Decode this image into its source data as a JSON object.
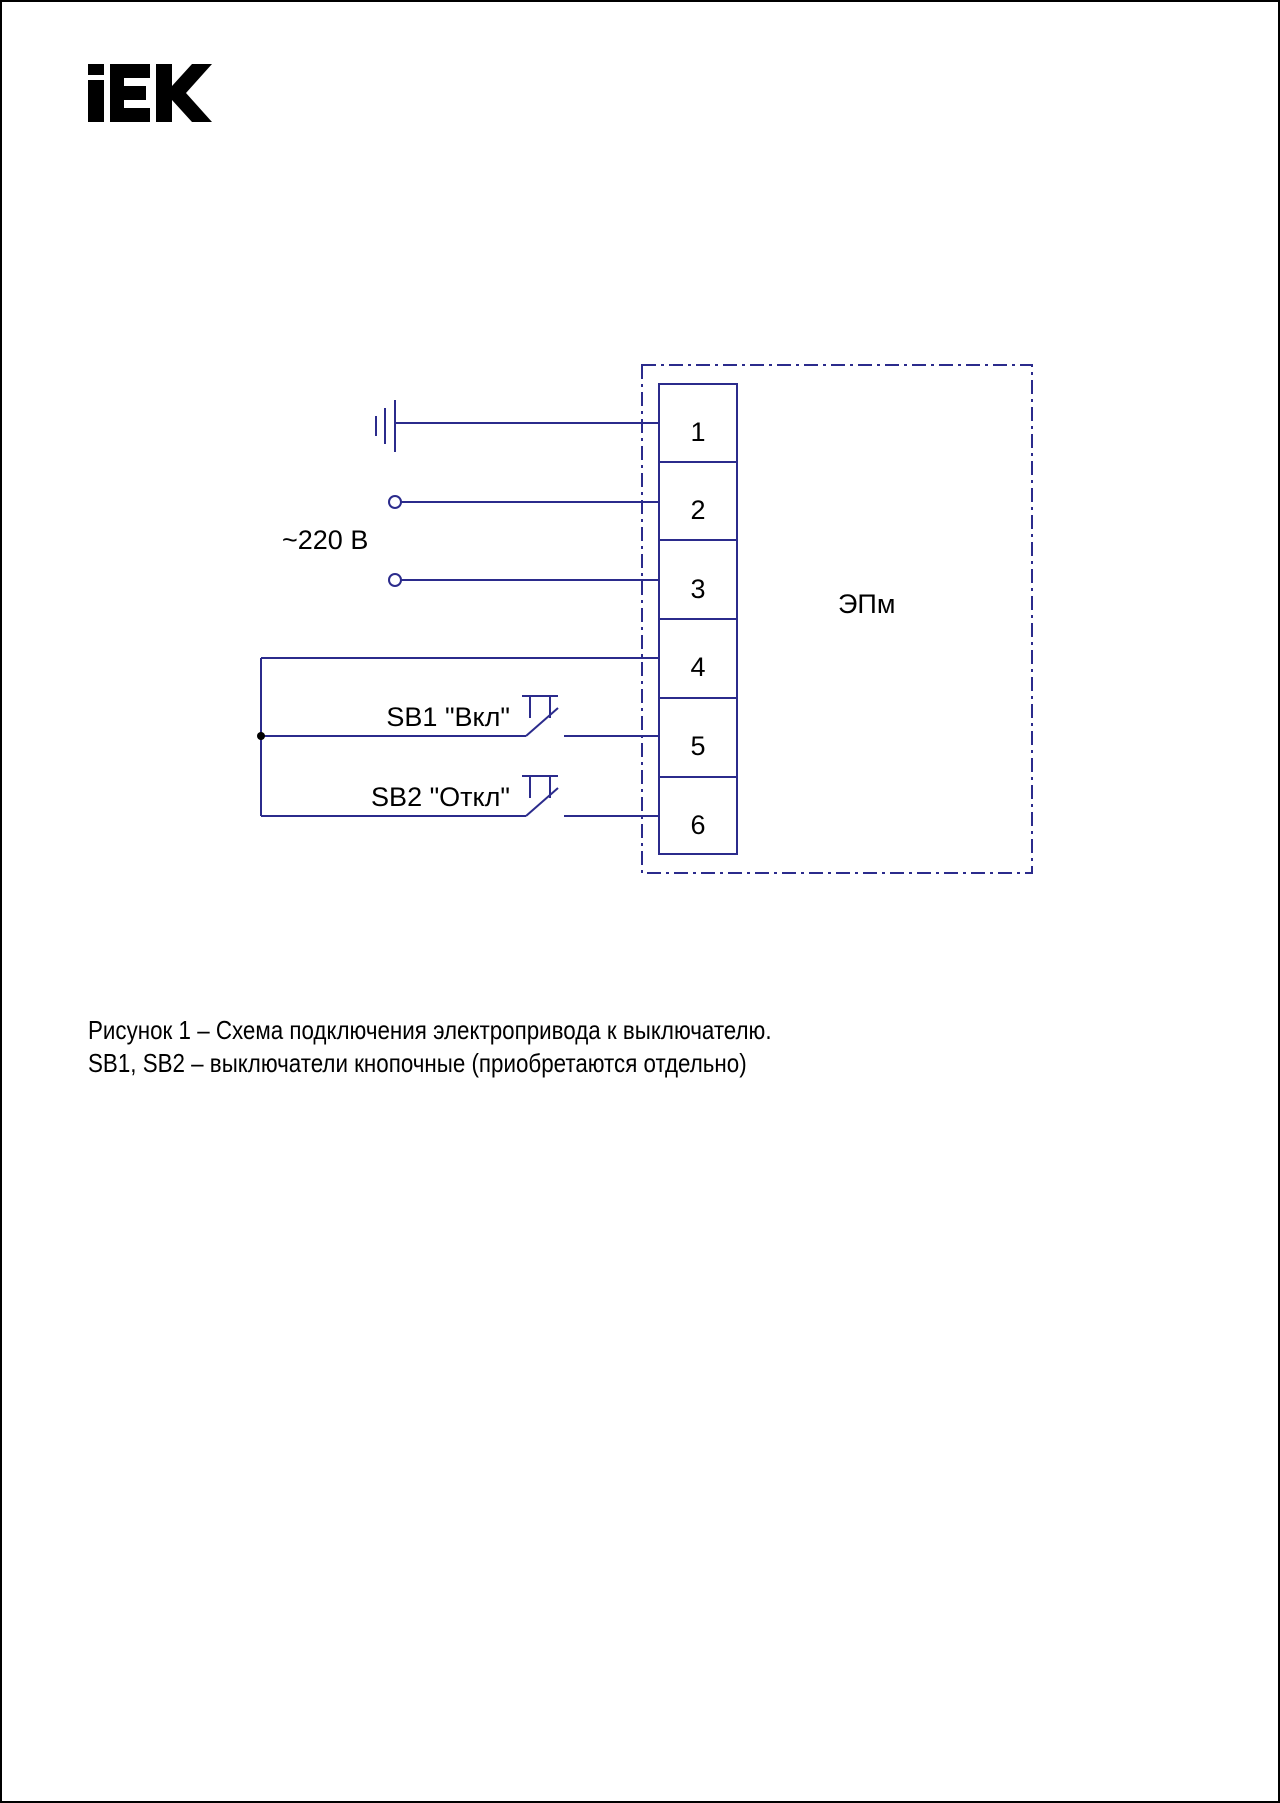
{
  "brand": {
    "logo_text": "IEK"
  },
  "diagram": {
    "device_label": "ЭПм",
    "supply_label": "~220 В",
    "terminals": [
      {
        "number": "1"
      },
      {
        "number": "2"
      },
      {
        "number": "3"
      },
      {
        "number": "4"
      },
      {
        "number": "5"
      },
      {
        "number": "6"
      }
    ],
    "switches": [
      {
        "label": "SB1 \"Вкл\""
      },
      {
        "label": "SB2 \"Откл\""
      }
    ],
    "colors": {
      "wire": "#2b2b8c",
      "enclosure": "#2b2b8c",
      "text": "#000000"
    }
  },
  "caption": {
    "line1": "Рисунок 1 – Схема подключения электропривода к выключателю.",
    "line2": "SB1, SB2 – выключатели кнопочные (приобретаются отдельно)"
  }
}
